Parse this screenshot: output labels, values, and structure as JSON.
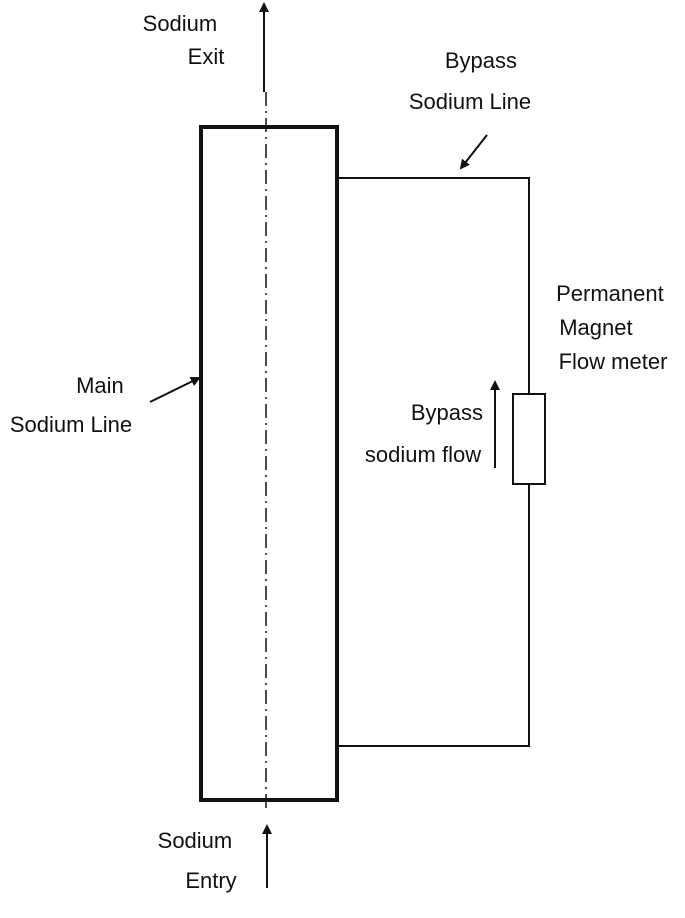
{
  "labels": {
    "sodium_exit": [
      "Sodium",
      "Exit"
    ],
    "bypass_sodium_line": [
      "Bypass",
      "Sodium Line"
    ],
    "permanent_magnet_flow_meter": [
      "Permanent",
      "Magnet",
      "Flow meter"
    ],
    "main_sodium_line": [
      "Main",
      "Sodium Line"
    ],
    "bypass_sodium_flow": [
      "Bypass",
      "sodium flow"
    ],
    "sodium_entry": [
      "Sodium",
      "Entry"
    ]
  },
  "colors": {
    "stroke": "#111111",
    "background": "#ffffff"
  }
}
